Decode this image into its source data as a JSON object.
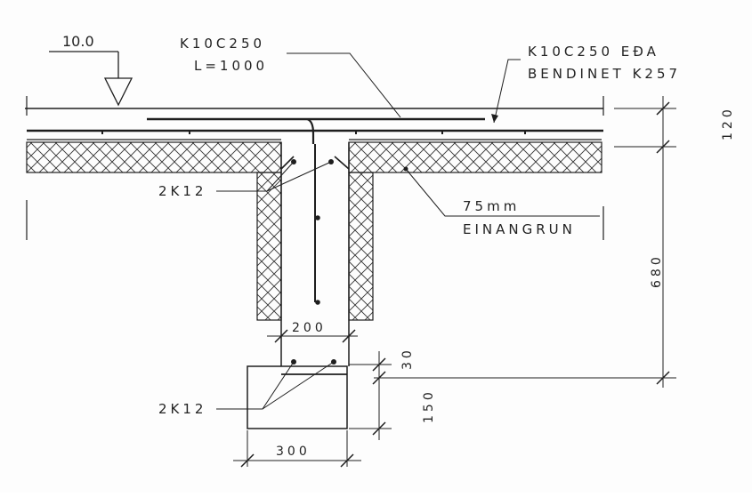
{
  "level": {
    "value": "10.0"
  },
  "top_bar": {
    "line1": "K10C250",
    "line2": "L=1000"
  },
  "mesh": {
    "line1": "K10C250 EÐA",
    "line2": "BENDINET K257"
  },
  "beam_bars": {
    "label": "2K12"
  },
  "insulation": {
    "line1": "75mm",
    "line2": "EINANGRUN"
  },
  "footing_bars": {
    "label": "2K12"
  },
  "dimensions": {
    "slab_thickness": "120",
    "beam_depth": "680",
    "beam_width": "200",
    "footing_top": "30",
    "footing_height": "150",
    "footing_width": "300"
  }
}
